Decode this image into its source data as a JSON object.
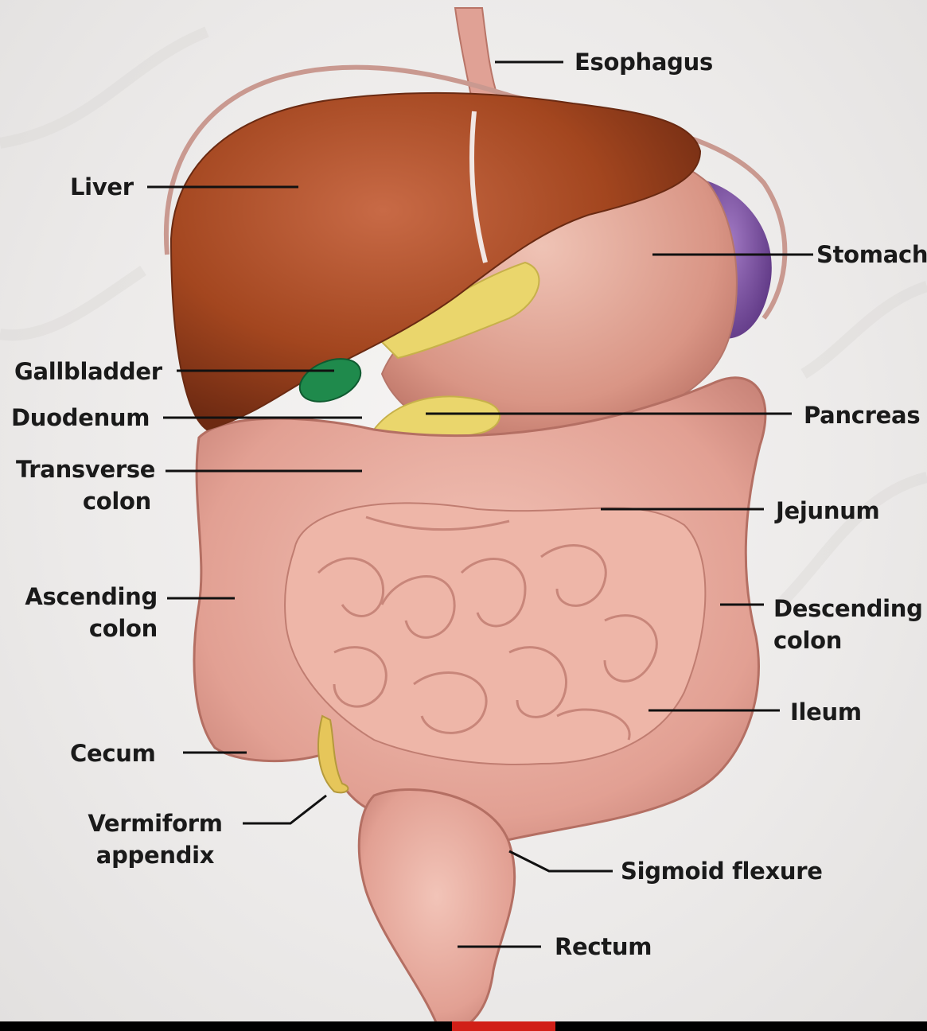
{
  "labels": {
    "esophagus": "Esophagus",
    "liver": "Liver",
    "stomach": "Stomach",
    "gallbladder": "Gallbladder",
    "duodenum": "Duodenum",
    "pancreas": "Pancreas",
    "transverse_colon_1": "Transverse",
    "transverse_colon_2": "colon",
    "jejunum": "Jejunum",
    "ascending_colon_1": "Ascending",
    "ascending_colon_2": "colon",
    "descending_colon_1": "Descending",
    "descending_colon_2": "colon",
    "ileum": "Ileum",
    "cecum": "Cecum",
    "appendix_1": "Vermiform",
    "appendix_2": "appendix",
    "sigmoid": "Sigmoid flexure",
    "rectum": "Rectum"
  },
  "colors": {
    "liver": "#9c3d1f",
    "stomach": "#d99087",
    "intestine": "#e3a093",
    "gallbladder": "#1f8a4c",
    "pancreas": "#e9d466",
    "spleen": "#7b4fa1",
    "leader_line": "#111111"
  }
}
